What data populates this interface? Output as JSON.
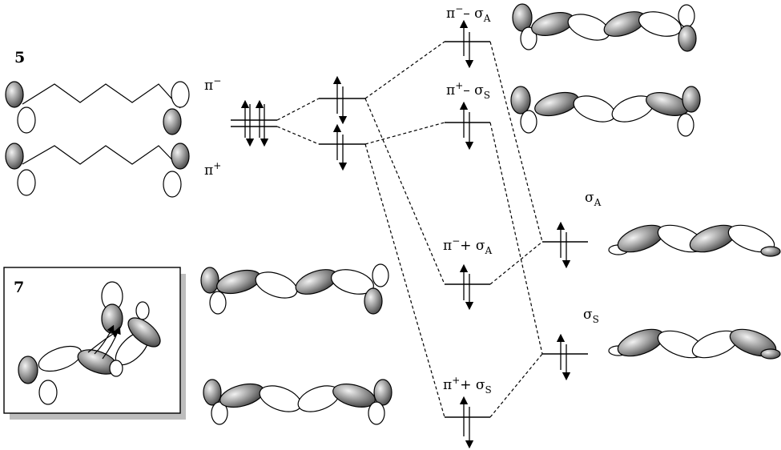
{
  "compound_labels": {
    "main": "5",
    "inset": "7"
  },
  "level_labels": {
    "pi_minus": {
      "base": "π",
      "sup": "−"
    },
    "pi_plus": {
      "base": "π",
      "sup": "+"
    },
    "pi_minus_minus_sigma_a": {
      "pi": "π",
      "sup": "−",
      "op": "– σ",
      "sub": "A"
    },
    "pi_plus_minus_sigma_s": {
      "pi": "π",
      "sup": "+",
      "op": "– σ",
      "sub": "S"
    },
    "pi_minus_plus_sigma_a": {
      "pi": "π",
      "sup": "−",
      "op": "+ σ",
      "sub": "A"
    },
    "pi_plus_plus_sigma_s": {
      "pi": "π",
      "sup": "+",
      "op": "+ σ",
      "sub": "S"
    },
    "sigma_a": {
      "base": "σ",
      "sub": "A"
    },
    "sigma_s": {
      "base": "σ",
      "sub": "S"
    }
  },
  "colors": {
    "lobe_fill": "#6f6f6f",
    "line": "#000000",
    "inset_shadow": "#bdbdbd"
  }
}
